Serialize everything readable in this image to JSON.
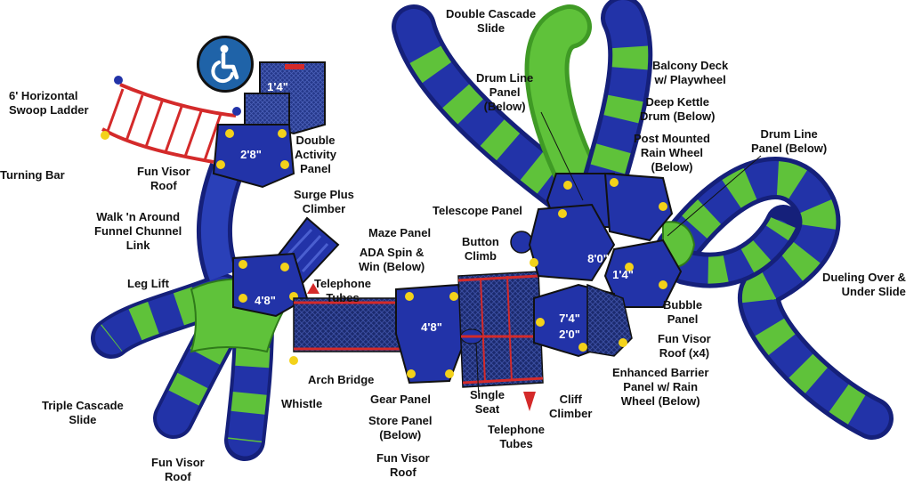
{
  "colors": {
    "blue": "#2233a8",
    "blue_dark": "#15207a",
    "green": "#5fc23a",
    "green_dark": "#3f9a25",
    "red": "#d42a2a",
    "yellow": "#f3d21a",
    "ada_blue": "#1f63a8"
  },
  "icons": {
    "accessibility": "wheelchair-icon"
  },
  "deck_heights": {
    "top_deck": "1'4\"",
    "upper_left_deck": "2'8\"",
    "left_deck": "4'8\"",
    "center_deck": "4'8\"",
    "hub_deck_high": "8'0\"",
    "hub_deck_low": "1'4\"",
    "lower_hub_deck_high": "7'4\"",
    "lower_hub_deck_low": "2'0\""
  },
  "labels": {
    "horizontal_ladder": "6' Horizontal\nSwoop Ladder",
    "turning_bar": "Turning Bar",
    "fun_visor_roof_top": "Fun Visor\nRoof",
    "double_activity_panel": "Double\nActivity\nPanel",
    "surge_plus_climber": "Surge Plus\nClimber",
    "funnel_link": "Walk 'n Around\nFunnel Chunnel\nLink",
    "leg_lift": "Leg Lift",
    "maze_panel": "Maze Panel",
    "ada_spin_win": "ADA Spin &\nWin (Below)",
    "telephone_tubes_left": "Telephone\nTubes",
    "button_climb": "Button\nClimb",
    "double_cascade_slide": "Double Cascade\nSlide",
    "drum_line_panel_top": "Drum Line\nPanel\n(Below)",
    "balcony_deck": "Balcony Deck\nw/ Playwheel",
    "deep_kettle_drum": "Deep Kettle\nDrum (Below)",
    "post_rain_wheel": "Post Mounted\nRain Wheel\n(Below)",
    "drum_line_panel_right": "Drum Line\nPanel (Below)",
    "telescope_panel": "Telescope Panel",
    "dueling_slide": "Dueling Over &\nUnder Slide",
    "bubble_panel": "Bubble\nPanel",
    "fun_visor_roof_x4": "Fun Visor\nRoof (x4)",
    "enhanced_barrier": "Enhanced Barrier\nPanel w/ Rain\nWheel (Below)",
    "arch_bridge": "Arch Bridge",
    "triple_cascade_slide": "Triple Cascade\nSlide",
    "whistle": "Whistle",
    "gear_panel": "Gear Panel",
    "single_seat": "Single\nSeat",
    "cliff_climber": "Cliff\nClimber",
    "store_panel": "Store Panel\n(Below)",
    "telephone_tubes_bottom": "Telephone\nTubes",
    "fun_visor_roof_bottom_left": "Fun Visor\nRoof",
    "fun_visor_roof_bottom": "Fun Visor\nRoof"
  }
}
